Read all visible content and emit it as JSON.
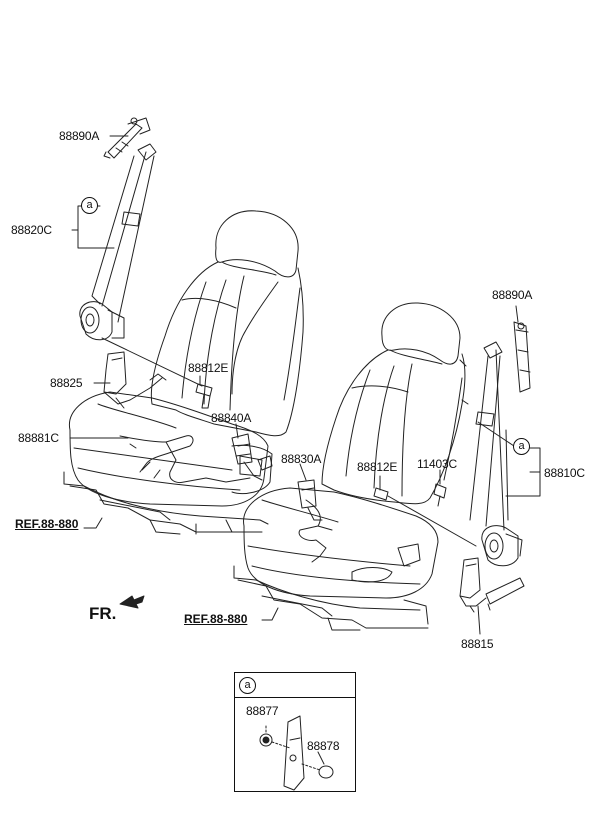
{
  "parts": {
    "p88890A_left": "88890A",
    "p88820C": "88820C",
    "p88825": "88825",
    "p88812E_left": "88812E",
    "p88840A": "88840A",
    "p88881C": "88881C",
    "p88830A": "88830A",
    "p88812E_right": "88812E",
    "p11403C": "11403C",
    "p88890A_right": "88890A",
    "p88810C": "88810C",
    "p88815": "88815",
    "p88877": "88877",
    "p88878": "88878"
  },
  "refs": {
    "left": "REF.88-880",
    "right": "REF.88-880"
  },
  "direction": "FR.",
  "callout_letter": "a"
}
